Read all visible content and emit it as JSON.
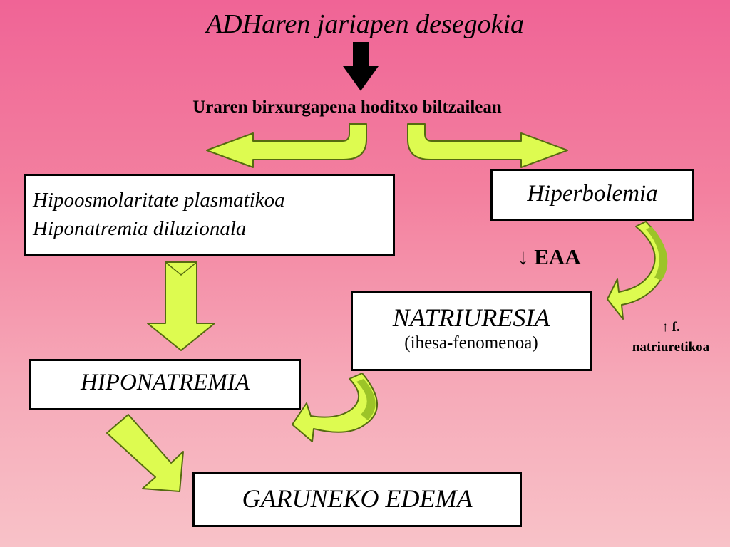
{
  "title": "ADHaren jariapen desegokia",
  "subtitle": "Uraren birxurgapena hoditxo biltzailean",
  "boxes": {
    "hypo_line1": "Hipoosmolaritate plasmatikoa",
    "hypo_line2": "Hiponatremia diluzionala",
    "hiperbolemia": "Hiperbolemia",
    "natriuresia": "NATRIURESIA",
    "natriuresia_sub": "(ihesa-fenomenoa)",
    "hiponatremia": "HIPONATREMIA",
    "edema": "GARUNEKO EDEMA"
  },
  "labels": {
    "eaa": "↓ EAA",
    "f_line1": "↑ f.",
    "f_line2": "natriuretikoa"
  },
  "colors": {
    "arrow_fill": "#ddfb50",
    "arrow_stroke": "#556b10",
    "curve_shade": "#9cc428"
  }
}
